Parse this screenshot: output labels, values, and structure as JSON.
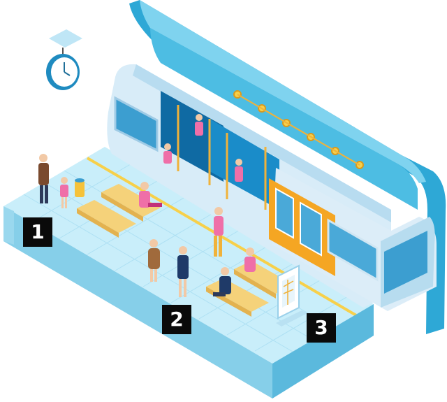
{
  "scene": {
    "markers": [
      {
        "label": "1"
      },
      {
        "label": "2"
      },
      {
        "label": "3"
      }
    ],
    "colors": {
      "platform_top": "#c9eefa",
      "platform_side": "#5bb9dd",
      "platform_front": "#86cfe9",
      "canopy": "#37afd9",
      "train_body": "#d8ecf8",
      "train_door": "#f5a623",
      "bench": "#f5d27a",
      "safety_line": "#f7d04a"
    },
    "icons": [
      "clock-icon",
      "info-board-icon",
      "bin-icon"
    ]
  }
}
